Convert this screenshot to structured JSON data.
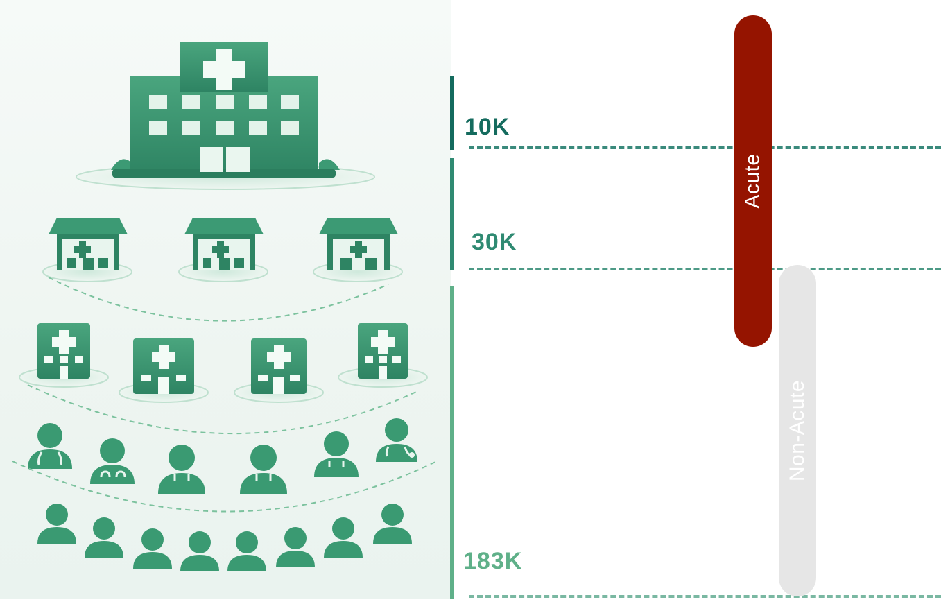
{
  "tiers": [
    {
      "label": "10K",
      "color": "#146b5e"
    },
    {
      "label": "30K",
      "color": "#2f8a72"
    },
    {
      "label": "183K",
      "color": "#5fb089"
    }
  ],
  "care_bars": [
    {
      "label": "Acute",
      "color": "#951400",
      "text_color": "#ffffff"
    },
    {
      "label": "Non-Acute",
      "color": "#e6e6e6",
      "text_color": "#ffffff"
    }
  ],
  "icons": {
    "hospital": "hospital-icon",
    "clinic": "clinic-icon",
    "care_center": "medical-center-icon",
    "doctor": "doctor-icon",
    "person": "person-icon"
  },
  "palette": {
    "primary": "#3c9a74",
    "dark": "#2b7e5e",
    "light": "#e6f3ec"
  }
}
